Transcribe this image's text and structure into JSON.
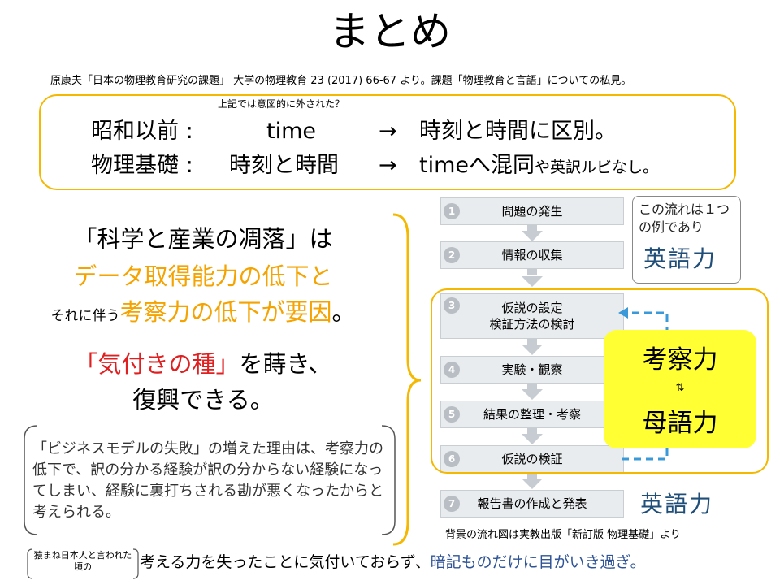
{
  "title": "まとめ",
  "source": "原康夫「日本の物理教育研究の課題」 大学の物理教育 23 (2017) 66-67 より。課題「物理教育と言語」についての私見。",
  "top_box": {
    "note": "上記では意図的に外された？",
    "row1": {
      "label": "昭和以前 :",
      "term": "time",
      "arrow": "→",
      "result": "時刻と時間に区別。"
    },
    "row2": {
      "label": "物理基礎 :",
      "term": "時刻と時間",
      "arrow": "→",
      "result_main": "timeへ混同",
      "result_small": "や英訳ルビなし。"
    }
  },
  "left": {
    "line1": "「科学と産業の凋落」は",
    "line2": "データ取得能力の低下と",
    "line3_prefix": "それに伴う",
    "line3_highlight": "考察力の低下が要因",
    "line3_suffix": "。",
    "line4_highlight": "「気付きの種」",
    "line4_suffix": "を蒔き、",
    "line5": "復興できる。",
    "quote": "「ビジネスモデルの失敗」の増えた理由は、考察力の低下で、訳の分かる経験が訳の分からない経験になってしまい、経験に裏打ちされる勘が悪くなったからと考えられる。"
  },
  "flow": {
    "steps": [
      {
        "num": "1",
        "label": "問題の発生"
      },
      {
        "num": "2",
        "label": "情報の収集"
      },
      {
        "num": "3",
        "label": "仮説の設定\n検証方法の検討"
      },
      {
        "num": "4",
        "label": "実験・観察"
      },
      {
        "num": "5",
        "label": "結果の整理・考察"
      },
      {
        "num": "6",
        "label": "仮説の検証"
      },
      {
        "num": "7",
        "label": "報告書の作成と発表"
      }
    ],
    "callout": "この流れは１つの例であり",
    "eigo_top": "英語力",
    "eigo_bottom": "英語力",
    "kousatsu": "考察力",
    "swap": "⇅",
    "boogo": "母語力",
    "credit": "背景の流れ図は実教出版「新訂版 物理基礎」より"
  },
  "bottom": {
    "note": "猿まね日本人と言われた頃の",
    "text_black": "考える力を失ったことに気付いておらず、",
    "text_blue": "暗記ものだけに目がいき過ぎ。"
  },
  "colors": {
    "orange": "#f5a300",
    "red": "#e02020",
    "blue_text": "#2f5496",
    "yellow_fill": "#ffff33",
    "box_border": "#f5b800"
  }
}
